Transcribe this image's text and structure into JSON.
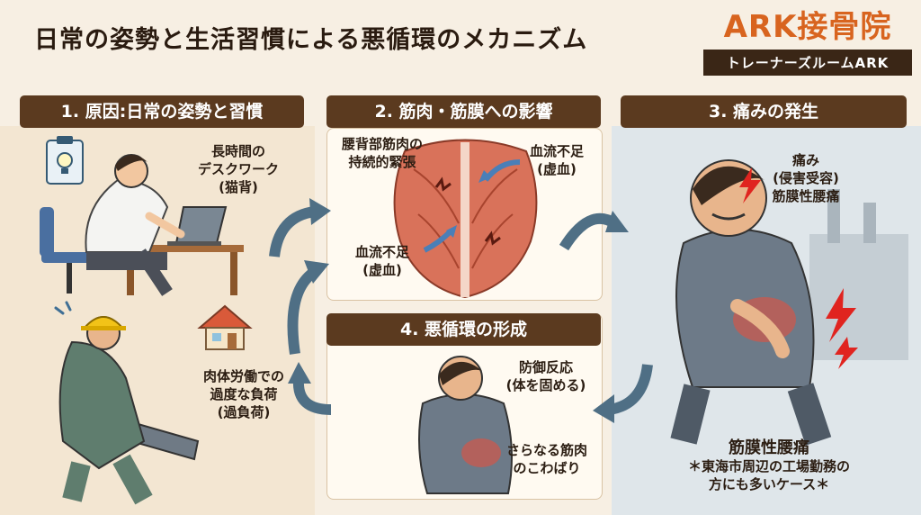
{
  "title": "日常の姿勢と生活習慣による悪循環のメカニズム",
  "brand": {
    "name": "ARK接骨院",
    "subtitle": "トレーナーズルームARK"
  },
  "panels": {
    "cause": {
      "header": "1. 原因:日常の姿勢と習慣",
      "desk_label": [
        "長時間の",
        "デスクワーク",
        "(猫背)"
      ],
      "labor_label": [
        "肉体労働での",
        "過度な負荷",
        "(過負荷)"
      ]
    },
    "muscle": {
      "header": "2. 筋肉・筋膜への影響",
      "tension_label": [
        "腰背部筋肉の",
        "持続的緊張"
      ],
      "blood_upper": [
        "血流不足",
        "(虚血)"
      ],
      "blood_lower": [
        "血流不足",
        "(虚血)"
      ]
    },
    "pain": {
      "header": "3. 痛みの発生",
      "pain_label": [
        "痛み",
        "(侵害受容)",
        "筋膜性腰痛"
      ],
      "footer_title": "筋膜性腰痛",
      "footer_note": [
        "＊東海市周辺の工場勤務の",
        "方にも多いケース＊"
      ]
    },
    "cycle": {
      "header": "4. 悪循環の形成",
      "defense_label": [
        "防御反応",
        "(体を固める)"
      ],
      "stiff_label": [
        "さらなる筋肉",
        "のこわばり"
      ]
    }
  },
  "colors": {
    "header_bg": "#5b3a1f",
    "brand_orange": "#d8641f",
    "arrow_blue": "#4f6f85",
    "pain_red": "#e0241f"
  }
}
